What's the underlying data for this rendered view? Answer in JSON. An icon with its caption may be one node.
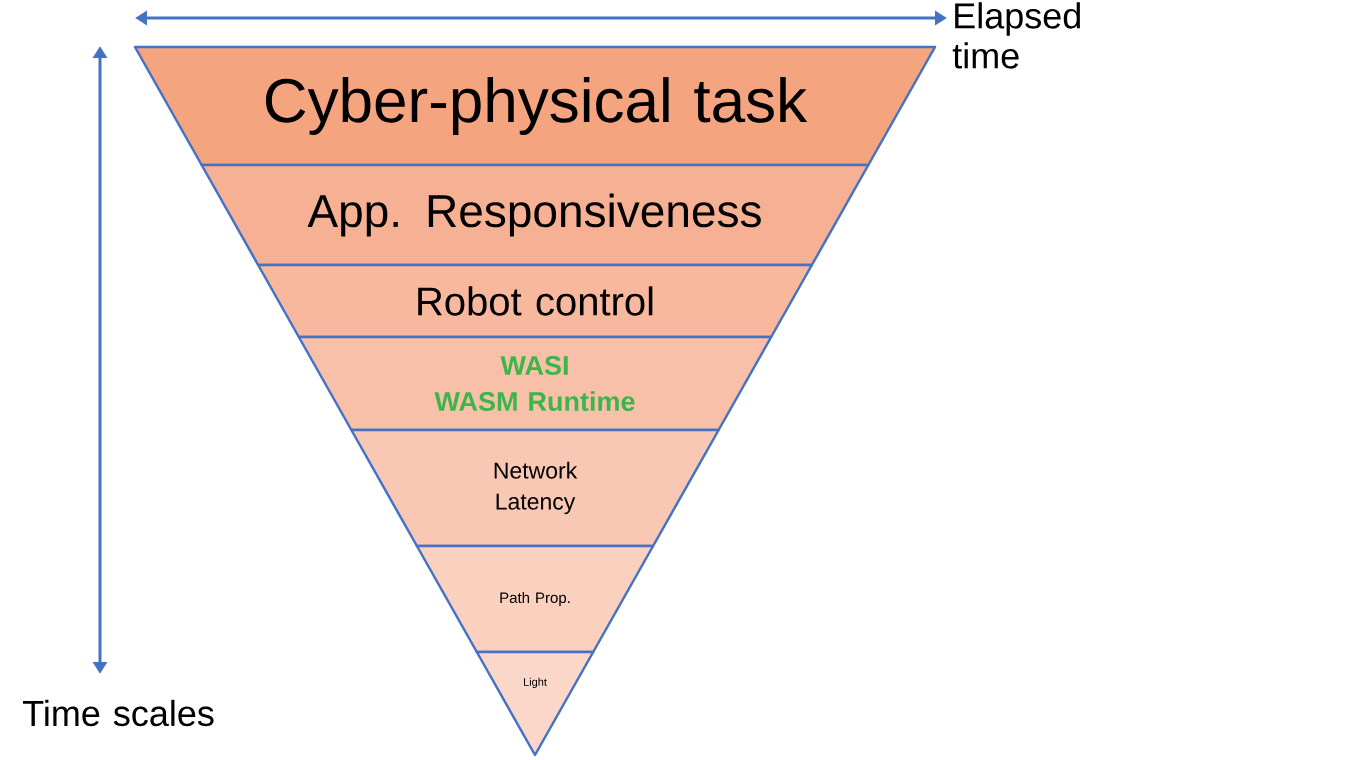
{
  "diagram": {
    "nodes": [
      {
        "text": [
          "Cyber-physical task"
        ]
      },
      {
        "text": [
          "App. Responsiveness"
        ]
      },
      {
        "text": [
          "Robot control"
        ]
      },
      {
        "text": [
          "WASI",
          "WASM Runtime"
        ]
      },
      {
        "text": [
          "Network Latency"
        ]
      },
      {
        "text": [
          "Path Prop."
        ]
      },
      {
        "text": [
          "Light"
        ]
      }
    ],
    "edges": [],
    "labels": [
      "Elapsed time",
      "Time scales"
    ]
  }
}
